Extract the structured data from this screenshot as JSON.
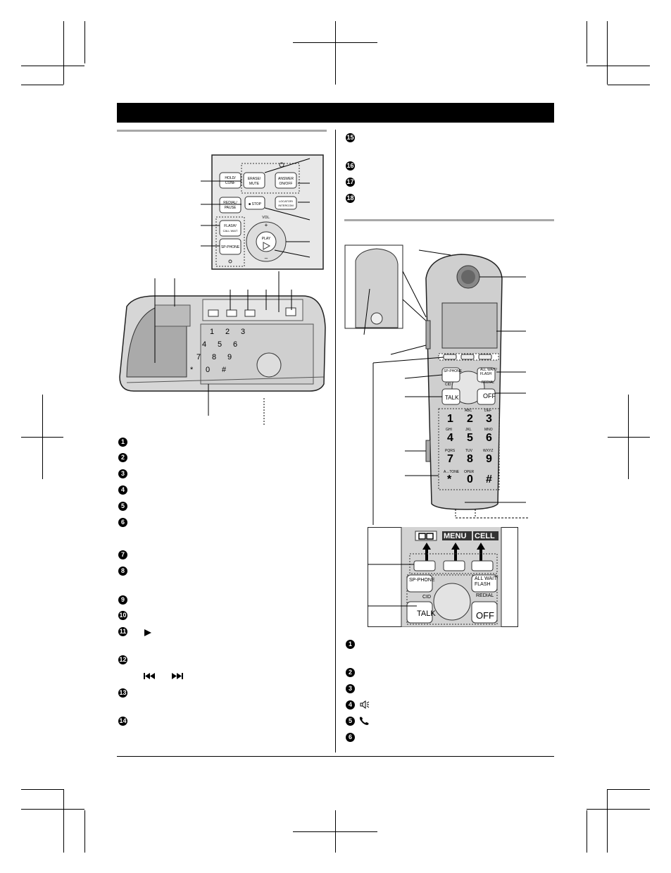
{
  "base_panel_buttons": {
    "hold_conf": "HOLD/\nCONF",
    "redial_pause": "REDIAL/\nPAUSE",
    "flash_call_wait": "FLASH/\nCALL WAIT",
    "sp_phone": "SP-PHONE",
    "erase_mute": "ERASE/\nMUTE",
    "answer_onoff": "ANSWER\nON/OFF",
    "stop": "■ STOP",
    "locator_intercom": "LOCATOR/\nINTERCOM",
    "vol": "VOL.",
    "play": "PLAY",
    "plus": "+",
    "minus": "–"
  },
  "base_unit_keys": {
    "digits": [
      "1",
      "2",
      "3",
      "4",
      "5",
      "6",
      "7",
      "8",
      "9",
      "*",
      "0",
      "#"
    ]
  },
  "handset_keys": {
    "digits": [
      "1",
      "2",
      "3",
      "4",
      "5",
      "6",
      "7",
      "8",
      "9",
      "*",
      "0",
      "#"
    ],
    "letters": [
      "",
      "ABC",
      "DEF",
      "GHI",
      "JKL",
      "MNO",
      "PQRS",
      "TUV",
      "WXYZ",
      "A↔TONE",
      "OPER",
      ""
    ],
    "sp_phone": "SP-PHONE",
    "cid": "CID",
    "talk": "TALK",
    "all_wait_flash": "ALL WAIT/\nFLASH",
    "redial": "REDIAL",
    "off": "OFF"
  },
  "closeup_labels": {
    "phonebook_icon": "book-icon",
    "menu": "MENU",
    "cell": "CELL",
    "sp_phone": "SP-PHONE",
    "cid": "CID",
    "talk": "TALK",
    "all_wait_flash": "ALL WAIT/\nFLASH",
    "redial": "REDIAL",
    "off": "OFF"
  },
  "base_items": [
    "1",
    "2",
    "3",
    "4",
    "5",
    "6",
    "7",
    "8",
    "9",
    "10",
    "11",
    "12",
    "13",
    "14",
    "15",
    "16",
    "17",
    "18"
  ],
  "handset_items": [
    "1",
    "2",
    "3",
    "4",
    "5",
    "6"
  ],
  "inline_icons": {
    "item11": "play-triangle-icon",
    "item12": [
      "skip-back-icon",
      "skip-forward-icon"
    ],
    "handset_item4": "speaker-icon",
    "handset_item5": "talk-handset-icon"
  }
}
